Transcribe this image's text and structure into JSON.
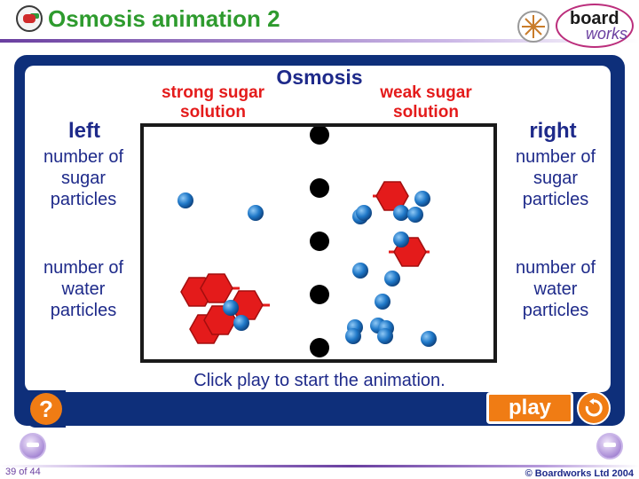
{
  "header": {
    "title": "Osmosis animation 2",
    "logo_board": "board",
    "logo_works": "works"
  },
  "main": {
    "heading": "Osmosis",
    "strong_label": "strong sugar solution",
    "weak_label": "weak sugar solution",
    "left_heading": "left",
    "right_heading": "right",
    "left_sugar_label": "number of sugar particles",
    "left_water_label": "number of water particles",
    "right_sugar_label": "number of sugar particles",
    "right_water_label": "number of water particles",
    "instruction": "Click play to start the animation."
  },
  "controls": {
    "help_label": "?",
    "play_label": "play"
  },
  "footer": {
    "slide_count": "39 of 44",
    "copyright": "© Boardworks Ltd 2004"
  },
  "colors": {
    "title": "#2e9b2e",
    "panel": "#0e2f7a",
    "accent": "#f07c14",
    "sugar": "#e41b1b",
    "water": "#1f78c8"
  },
  "icons": [
    "app-icon",
    "boardworks-logo",
    "help-icon",
    "reset-icon",
    "prev-arrow-icon",
    "next-arrow-icon"
  ]
}
